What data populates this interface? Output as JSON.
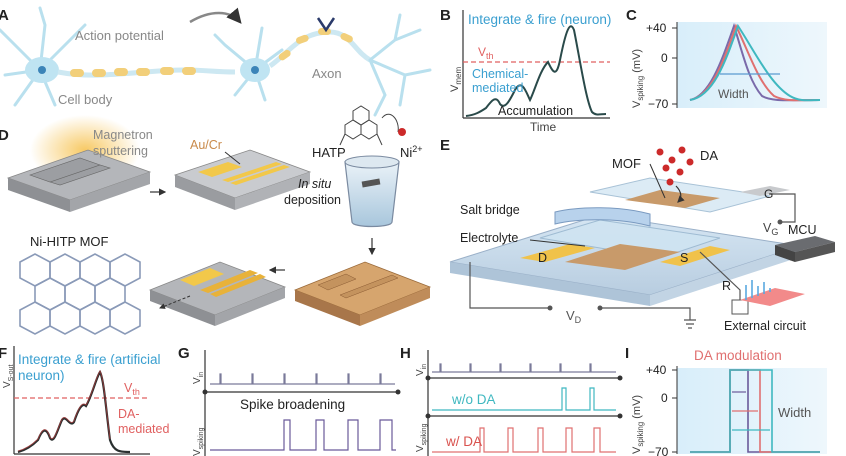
{
  "panels": {
    "A": {
      "letter": "A",
      "action_potential": "Action potential",
      "cell_body": "Cell body",
      "axon": "Axon"
    },
    "B": {
      "letter": "B",
      "title": "Integrate & fire (neuron)",
      "vth": "V",
      "vth_sub": "th",
      "chemical_1": "Chemical-",
      "chemical_2": "mediated",
      "accumulation": "Accumulation",
      "xlabel": "Time",
      "ylabel": "V",
      "ylabel_sub": "mem"
    },
    "C": {
      "letter": "C",
      "tick_top": "+40",
      "tick_mid": "0",
      "tick_bot": "−70",
      "ylabel": "V",
      "ylabel_sub": "spiking",
      "ylabel_unit": "(mV)",
      "width": "Width"
    },
    "D": {
      "letter": "D",
      "magnetron_1": "Magnetron",
      "magnetron_2": "sputtering",
      "aucr": "Au/Cr",
      "hatp": "HATP",
      "ni": "Ni",
      "ni_sup": "2+",
      "insitu": "In situ",
      "deposition": "deposition",
      "mof": "Ni-HITP MOF"
    },
    "E": {
      "letter": "E",
      "mof": "MOF",
      "da": "DA",
      "g": "G",
      "salt_bridge": "Salt bridge",
      "electrolyte": "Electrolyte",
      "d": "D",
      "s": "S",
      "vg": "V",
      "vg_sub": "G",
      "mcu": "MCU",
      "r": "R",
      "vd": "V",
      "vd_sub": "D",
      "external_circuit": "External circuit"
    },
    "F": {
      "letter": "F",
      "title_1": "Integrate & fire (artificial",
      "title_2": "neuron)",
      "vth": "V",
      "vth_sub": "th",
      "da_1": "DA-",
      "da_2": "mediated",
      "ylabel": "V",
      "ylabel_sub": "S-out"
    },
    "G": {
      "letter": "G",
      "vin": "V",
      "vin_sub": "in",
      "broadening": "Spike broadening",
      "vspk": "V",
      "vspk_sub": "spiking"
    },
    "H": {
      "letter": "H",
      "vin": "V",
      "vin_sub": "in",
      "wo_da": "w/o DA",
      "w_da": "w/ DA",
      "vspk": "V",
      "vspk_sub": "spiking"
    },
    "I": {
      "letter": "I",
      "title": "DA modulation",
      "tick_top": "+40",
      "tick_mid": "0",
      "tick_bot": "−70",
      "ylabel": "V",
      "ylabel_sub": "spiking",
      "ylabel_unit": "(mV)",
      "width": "Width"
    }
  },
  "colors": {
    "title_blue": "#3a9fd0",
    "threshold_red": "#e06060",
    "da_red": "#d9534f",
    "trace_dark": "#2a4a4a",
    "trace_red": "#a33a3a",
    "teal": "#3fb8c0",
    "gold": "#f0c24a",
    "mof_brown": "#c89a6a",
    "purple": "#6a5a9a"
  }
}
